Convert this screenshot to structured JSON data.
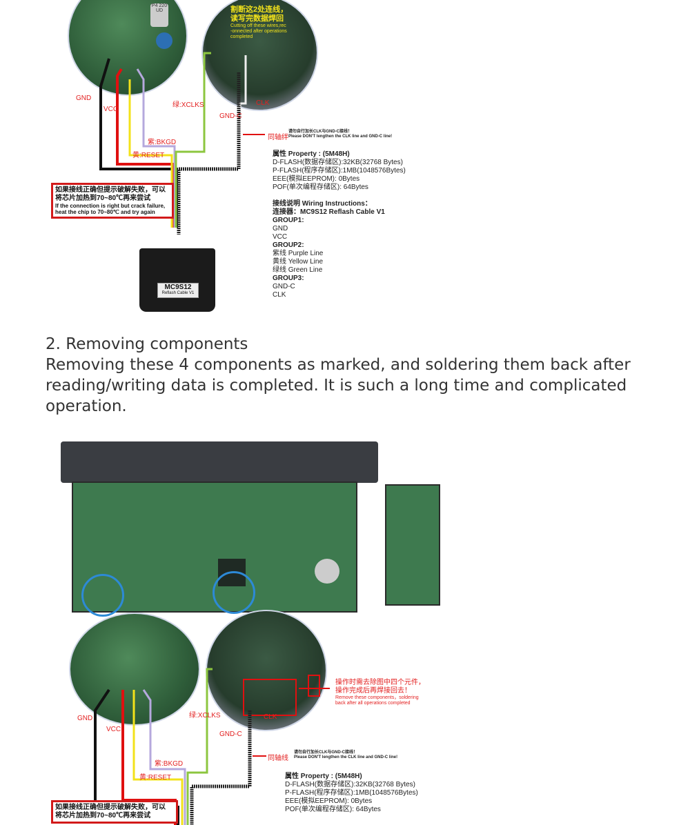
{
  "figure1": {
    "wire_labels": {
      "gnd": "GND",
      "vcc": "VCC",
      "xclks": "绿:XCLKS",
      "bkgd": "紫:BKGD",
      "reset": "黄:RESET",
      "clk": "CLK",
      "gnd_c": "GND-C",
      "coax": "同轴绊"
    },
    "cut_note": {
      "cn1": "割断这2处连线，",
      "cn2": "读写完数据焊回",
      "en1": "Cutting off these wires,rec",
      "en2": "-onnected after operations",
      "en3": "completed"
    },
    "coax_note": {
      "cn": "请勿自行加长CLK与GND-C接线！",
      "en": "Please DON'T lengthen the CLK line and GND-C line!"
    },
    "capacitor_text": "P4 220 UD",
    "warning": {
      "cn1": "如果接线正确但提示破解失败，可以",
      "cn2": "将芯片加热到70~80℃再来尝试",
      "en1": "If the connection is right but crack failure,",
      "en2": "heat the chip to 70~80℃ and try again"
    },
    "connector": {
      "name": "MC9S12",
      "sub": "Reflash Cable V1"
    },
    "property": {
      "title": "属性 Property : (5M48H)",
      "dflash": "D-FLASH(数据存储区):32KB(32768 Bytes)",
      "pflash": "P-FLASH(程序存储区):1MB(1048576Bytes)",
      "eee": "EEE(模拟EEPROM):     0Bytes",
      "pof": "POF(单次编程存储区): 64Bytes"
    },
    "wiring": {
      "title": "接线说明 Wiring Instructions：",
      "connector": "连接器：MC9S12 Reflash Cable V1",
      "group1": "GROUP1:",
      "g1a": "GND",
      "g1b": "VCC",
      "group2": "GROUP2:",
      "g2a": "紫线 Purple Line",
      "g2b": "黄线 Yellow Line",
      "g2c": "绿线 Green Line",
      "group3": "GROUP3:",
      "g3a": "GND-C",
      "g3b": "CLK"
    }
  },
  "section": {
    "heading": "2. Removing components",
    "body": "Removing these 4 components as marked, and soldering them back after reading/writing data is completed. It is such a long time and complicated operation."
  },
  "figure2": {
    "wire_labels": {
      "gnd": "GND",
      "vcc": "VCC",
      "xclks": "绿:XCLKS",
      "bkgd": "紫:BKGD",
      "reset": "黄:RESET",
      "clk": "CLK",
      "gnd_c": "GND-C",
      "coax": "同轴线"
    },
    "remove_note": {
      "cn1": "操作时需去除图中四个元件，",
      "cn2": "操作完成后再焊接回去！",
      "en1": "Remove these components，soldering",
      "en2": "back after all operations completed"
    },
    "coax_note": {
      "cn": "请勿自行加长CLK与GND-C接线！",
      "en": "Please DON'T lengthen the CLK line and GND-C line!"
    },
    "warning": {
      "cn1": "如果接线正确但提示破解失败，可以",
      "cn2": "将芯片加热到70~80℃再来尝试"
    },
    "property": {
      "title": "属性 Property : (5M48H)",
      "dflash": "D-FLASH(数据存储区):32KB(32768 Bytes)",
      "pflash": "P-FLASH(程序存储区):1MB(1048576Bytes)",
      "eee": "EEE(模拟EEPROM):     0Bytes",
      "pof": "POF(单次编程存储区): 64Bytes"
    }
  }
}
